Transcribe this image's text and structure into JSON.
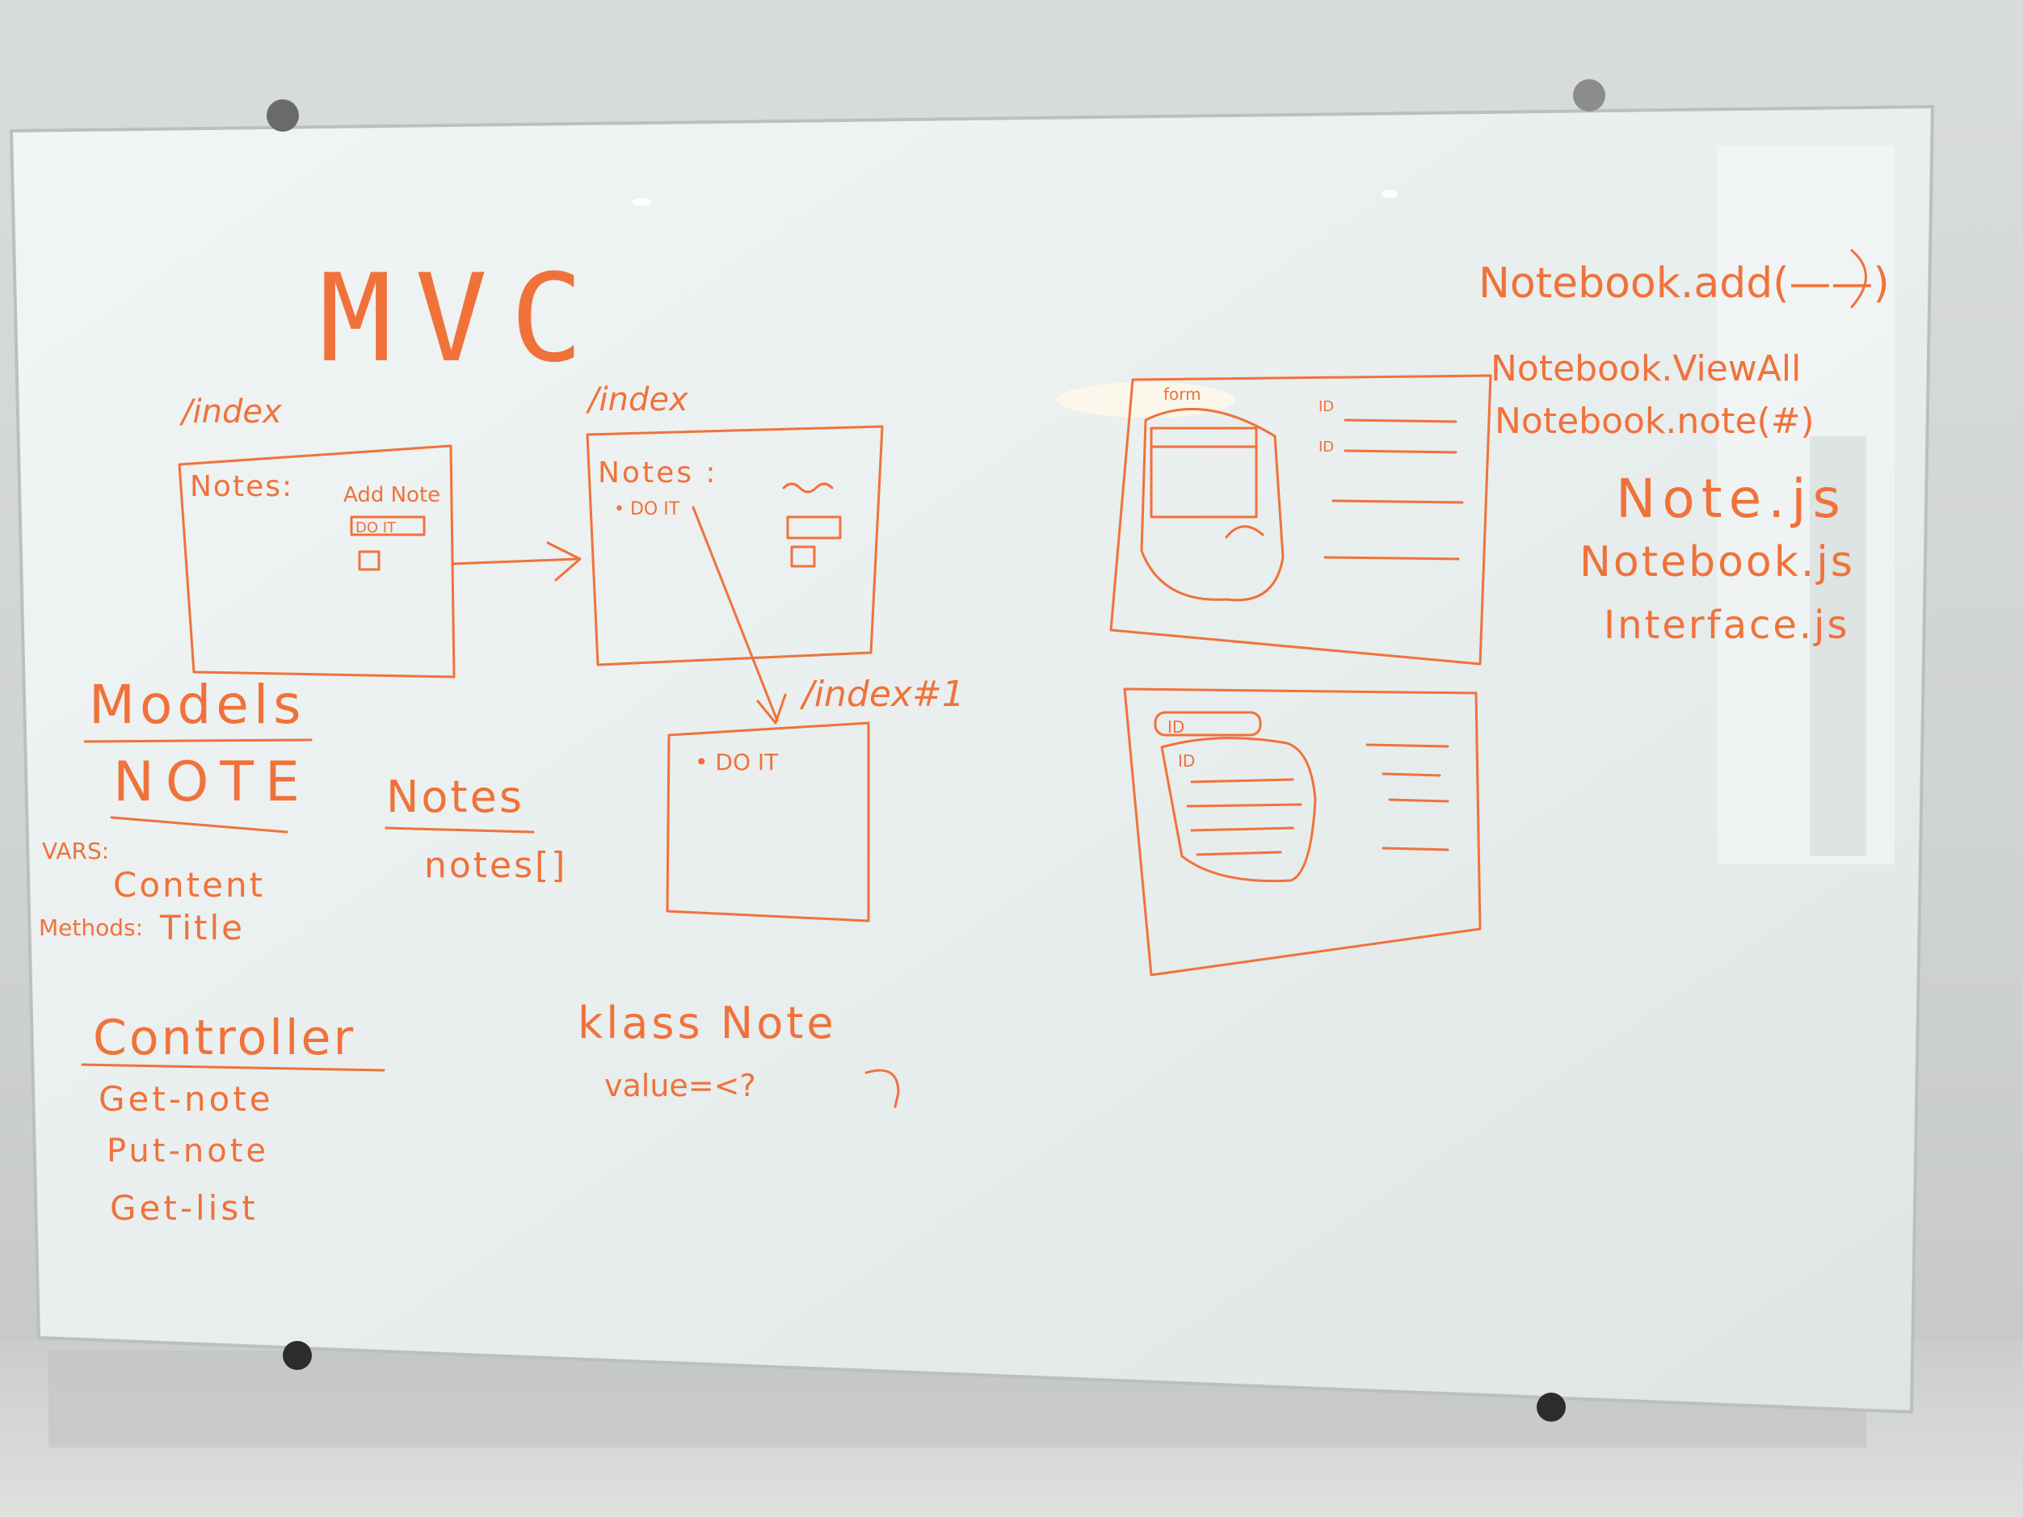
{
  "scene": {
    "wall_color": "#d3d6d6",
    "board_color": "#e9eeee",
    "ink_color": "#f0723a"
  },
  "board": {
    "title": "MVC",
    "sketch_left": {
      "route_top": "/index",
      "notes_label": "Notes:",
      "add_note_label": "Add Note",
      "button_text": "DO IT"
    },
    "sketch_right": {
      "route_top": "/index",
      "notes_label": "Notes :",
      "item_text": "• DO IT"
    },
    "sketch_detail": {
      "route": "/index#1",
      "item_text": "• DO IT"
    },
    "models": {
      "heading": "Models",
      "note_heading": "NOTE",
      "vars_label": "VARS:",
      "vars_value": "Content",
      "methods_label": "Methods:",
      "methods_value": "Title",
      "notes_heading": "Notes",
      "notes_value": "notes[]"
    },
    "controller": {
      "heading": "Controller",
      "actions": [
        "Get-note",
        "Put-note",
        "Get-list"
      ]
    },
    "class_note": {
      "line1": "klass Note",
      "line2": "value=<?"
    },
    "wireframes": {
      "form_label": "form",
      "id_label": "ID"
    },
    "notebook": {
      "add": "Notebook.add(——)",
      "view_all": "Notebook.ViewAll",
      "note": "Notebook.note(#)",
      "files": [
        "Note.js",
        "Notebook.js",
        "Interface.js"
      ]
    }
  }
}
